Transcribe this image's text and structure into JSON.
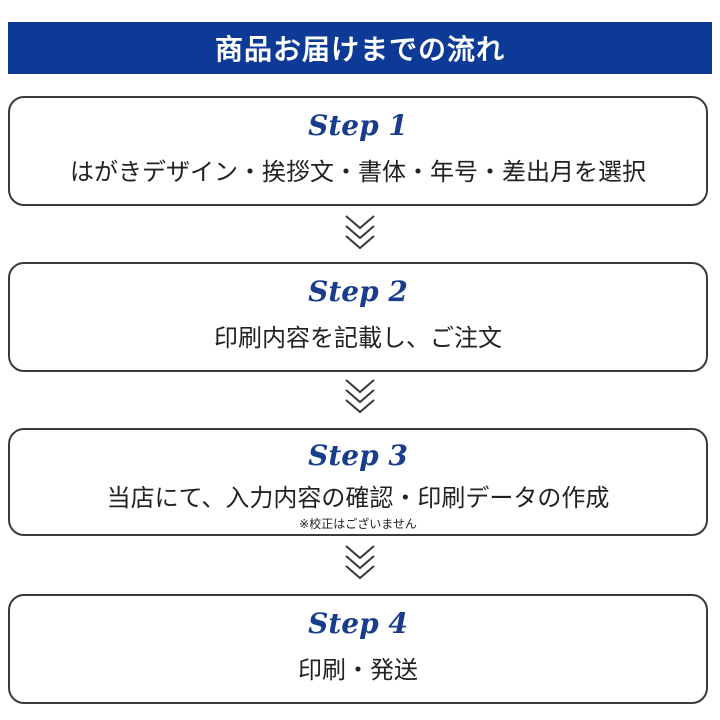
{
  "header": {
    "title": "商品お届けまでの流れ"
  },
  "steps": [
    {
      "title": "Step 1",
      "description": "はがきデザイン・挨拶文・書体・年号・差出月を選択"
    },
    {
      "title": "Step 2",
      "description": "印刷内容を記載し、ご注文"
    },
    {
      "title": "Step 3",
      "description": "当店にて、入力内容の確認・印刷データの作成",
      "note": "※校正はございません"
    },
    {
      "title": "Step 4",
      "description": "印刷・発送"
    }
  ],
  "colors": {
    "header_bg": "#0d3a96",
    "step_title": "#1a3c8c",
    "border": "#3a3a3a"
  }
}
